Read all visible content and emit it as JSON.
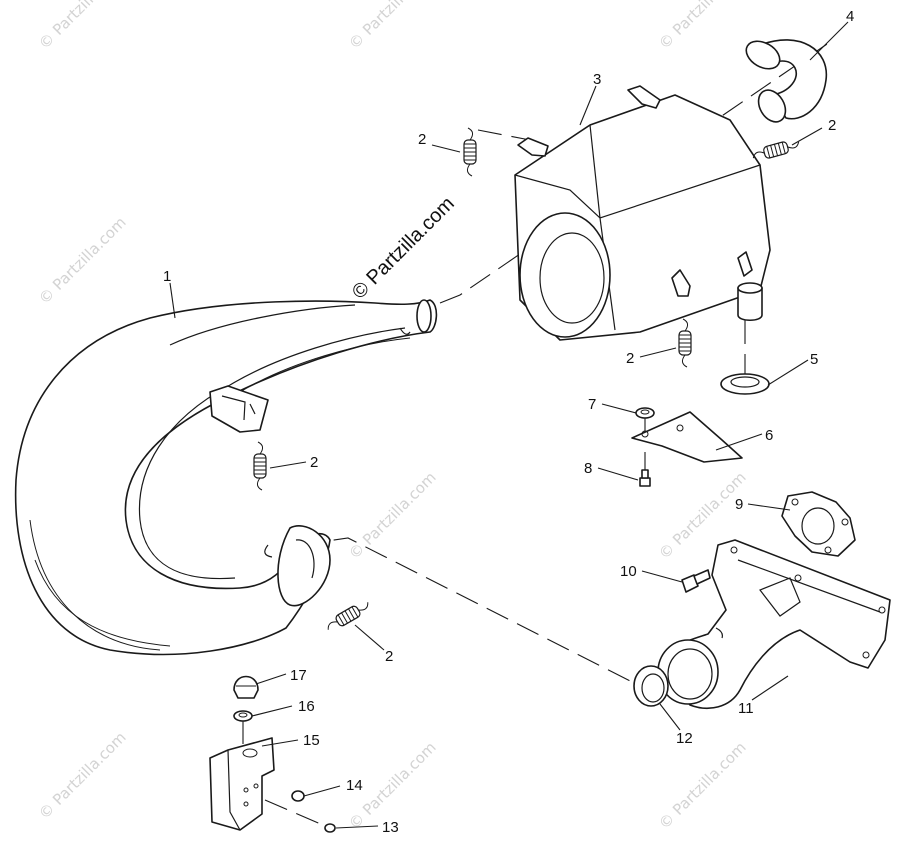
{
  "watermark": {
    "text": "© Partzilla.com",
    "brand_text": "© Partzilla.com"
  },
  "callouts": {
    "c1": "1",
    "c2": "2",
    "c3": "3",
    "c4": "4",
    "c5": "5",
    "c6": "6",
    "c7": "7",
    "c8": "8",
    "c9": "9",
    "c10": "10",
    "c11": "11",
    "c12": "12",
    "c13": "13",
    "c14": "14",
    "c15": "15",
    "c16": "16",
    "c17": "17"
  },
  "colors": {
    "line": "#1a1a1a",
    "background": "#ffffff",
    "watermark": "#d3d3d3"
  }
}
